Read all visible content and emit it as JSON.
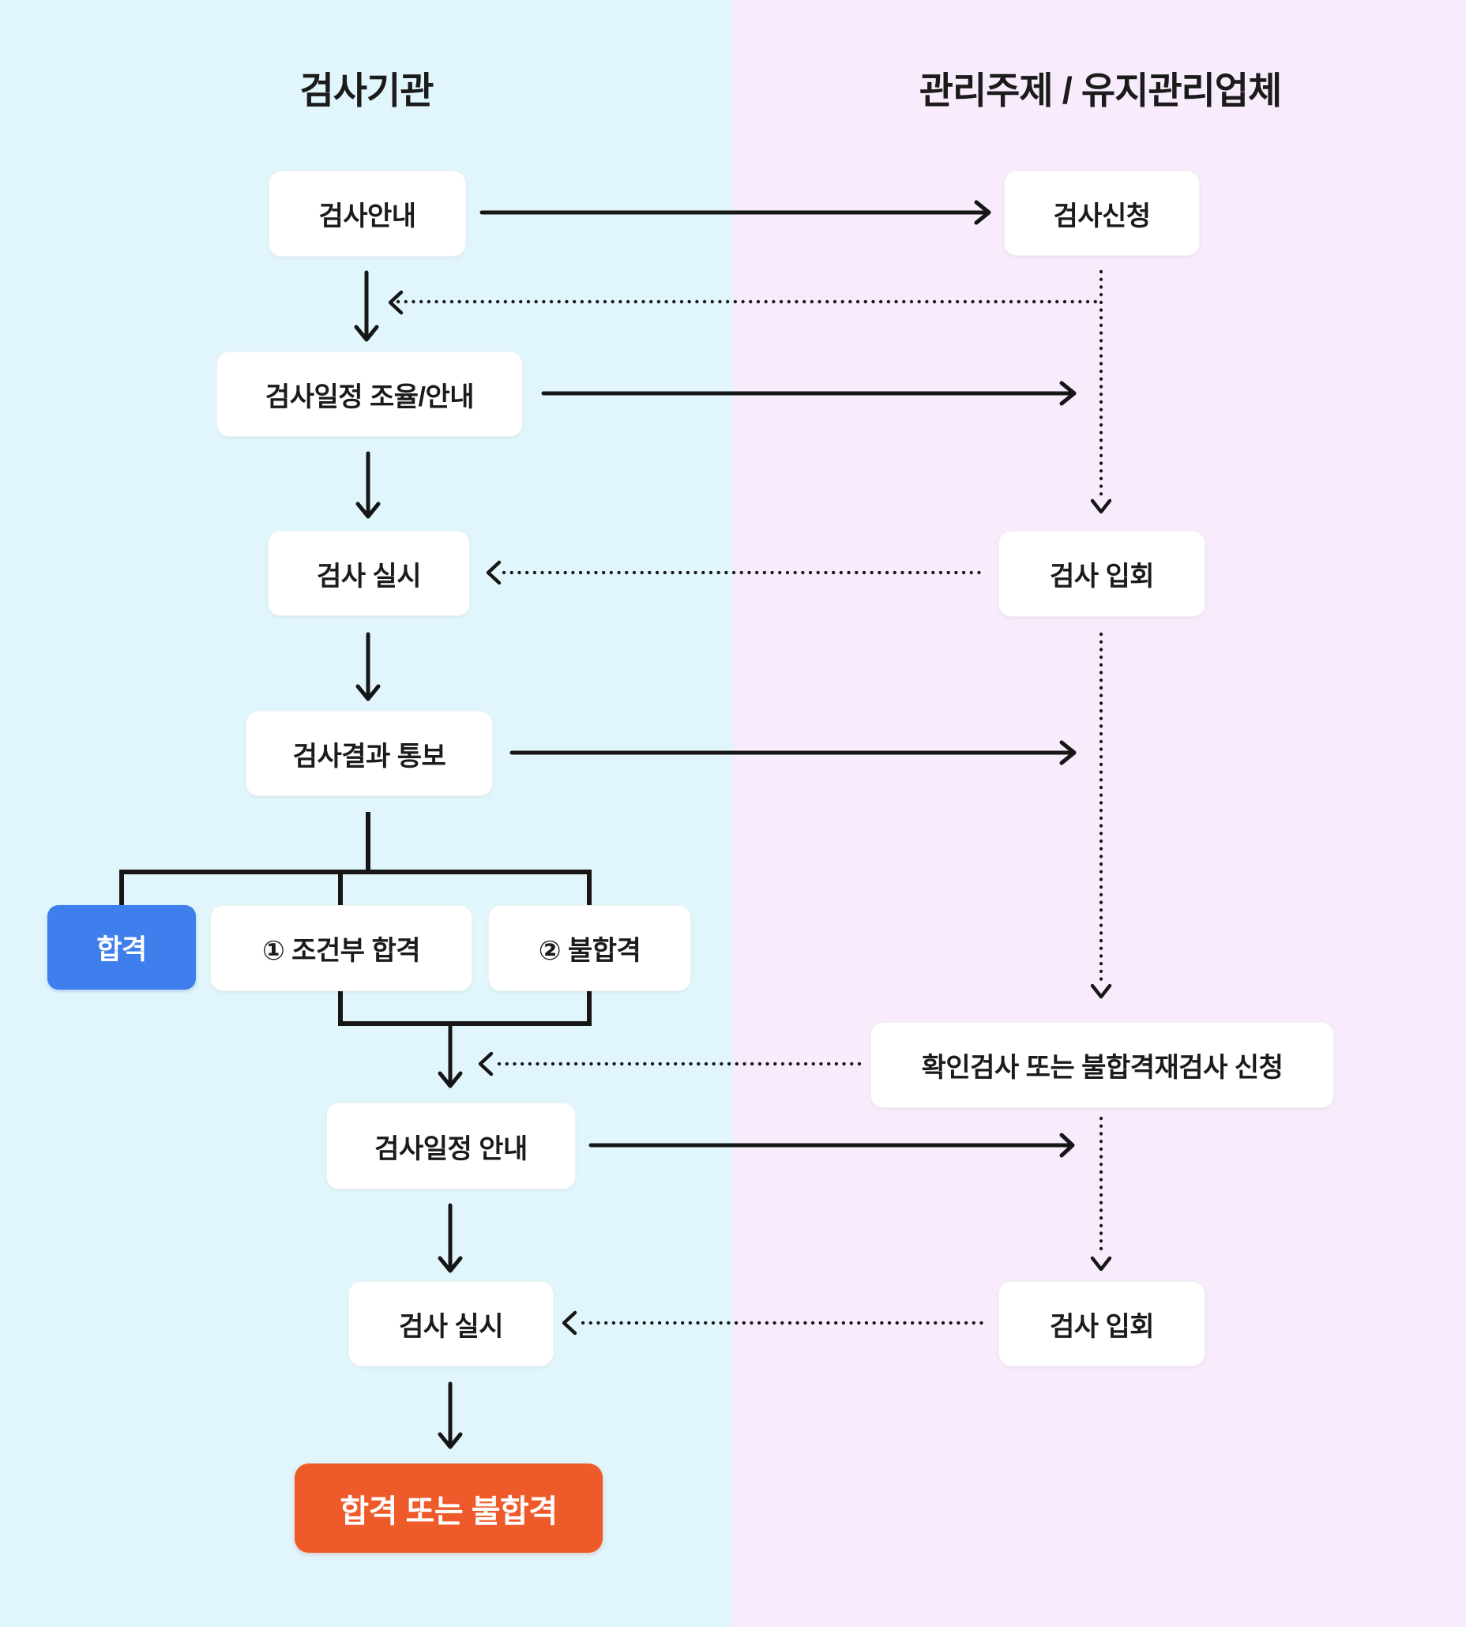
{
  "columns": {
    "left": {
      "title": "검사기관"
    },
    "right": {
      "title": "관리주제 / 유지관리업체"
    }
  },
  "nodes": {
    "inspection_guide": "검사안내",
    "inspection_request": "검사신청",
    "schedule_coordination": "검사일정 조율/안내",
    "inspection_run_1": "검사 실시",
    "inspection_attend_1": "검사 입회",
    "result_notification": "검사결과 통보",
    "pass": "합격",
    "conditional_pass": "① 조건부 합격",
    "fail": "② 불합격",
    "reinspection_request": "확인검사 또는 불합격재검사 신청",
    "schedule_notice": "검사일정 안내",
    "inspection_run_2": "검사 실시",
    "inspection_attend_2": "검사 입회",
    "final_result": "합격 또는 불합격"
  },
  "colors": {
    "left_bg": "#e1f6fc",
    "right_bg": "#f8ebfc",
    "node_bg": "#ffffff",
    "pass_blue": "#3f7eed",
    "final_orange": "#ef5a2b",
    "line": "#161616",
    "text": "#1b1b1b"
  }
}
